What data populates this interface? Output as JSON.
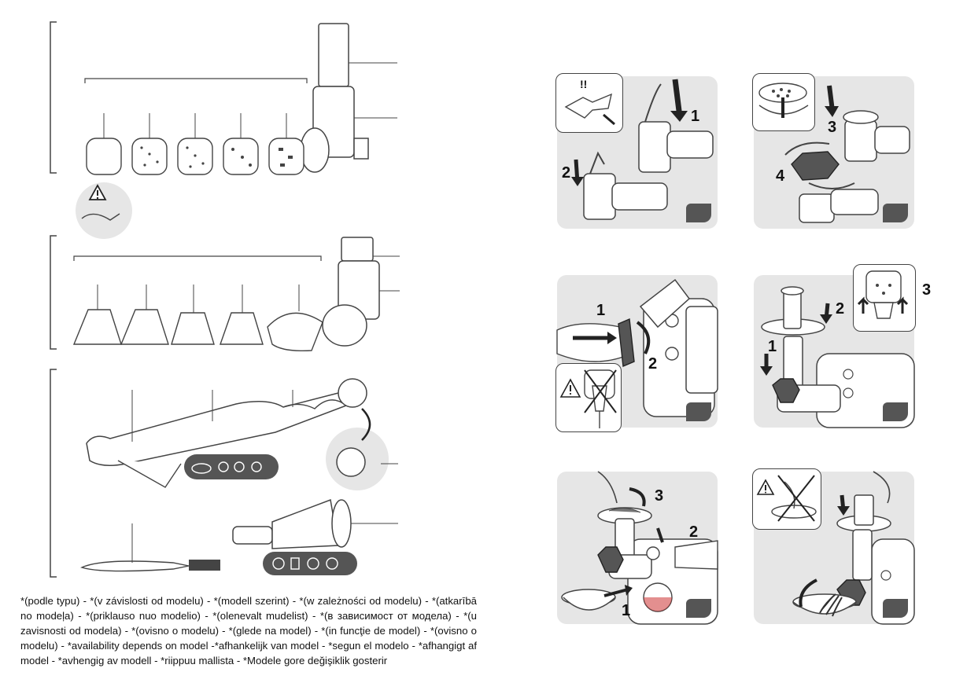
{
  "footnote": "*(podle typu) - *(v závislosti od modelu) - *(modell szerint) - *(w zależności od modelu) - *(atkarībā no modeļa) - *(priklauso nuo modelio) - *(olenevalt mudelist) - *(в зависимост от модела) - *(u zavisnosti od modela) - *(ovisno o modelu) - *(glede na model) - *(in funcţie de model) - *(ovisno o modelu) - *availability depends on model -*afhankelijk van model - *segun el modelo - *afhangigt af model - *avhengig av modell - *riippuu mallista - *Modele gore değişiklik gosterir",
  "steps": {
    "p1": [
      "1",
      "2"
    ],
    "p2": [
      "3",
      "4"
    ],
    "p3": [
      "1",
      "2"
    ],
    "p4": [
      "1",
      "2",
      "3"
    ],
    "p5": [
      "1",
      "2",
      "3"
    ]
  },
  "colors": {
    "panel": "#e6e6e6",
    "line": "#444444",
    "badge": "#555555",
    "accent_red": "#cc3333"
  },
  "icons": [
    "warning-triangle-icon",
    "no-plug-icon",
    "socket-icon",
    "food-icon"
  ]
}
